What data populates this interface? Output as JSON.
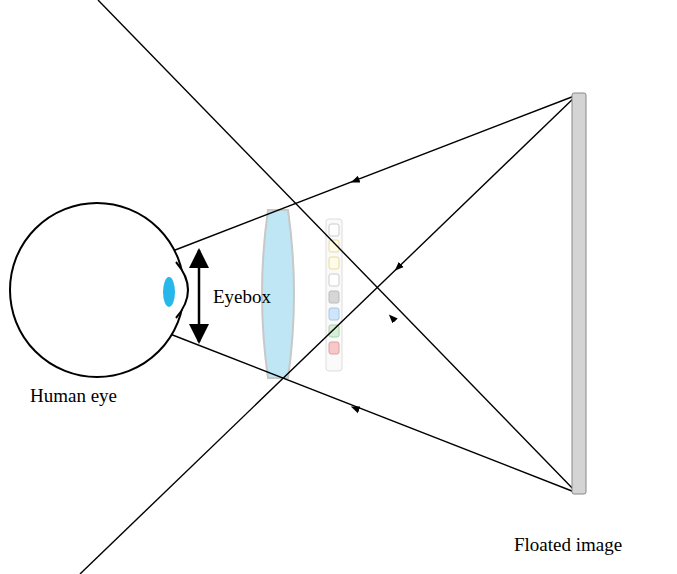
{
  "diagram": {
    "labels": [
      "Eyebox",
      "Human eye",
      "Floated image"
    ]
  }
}
